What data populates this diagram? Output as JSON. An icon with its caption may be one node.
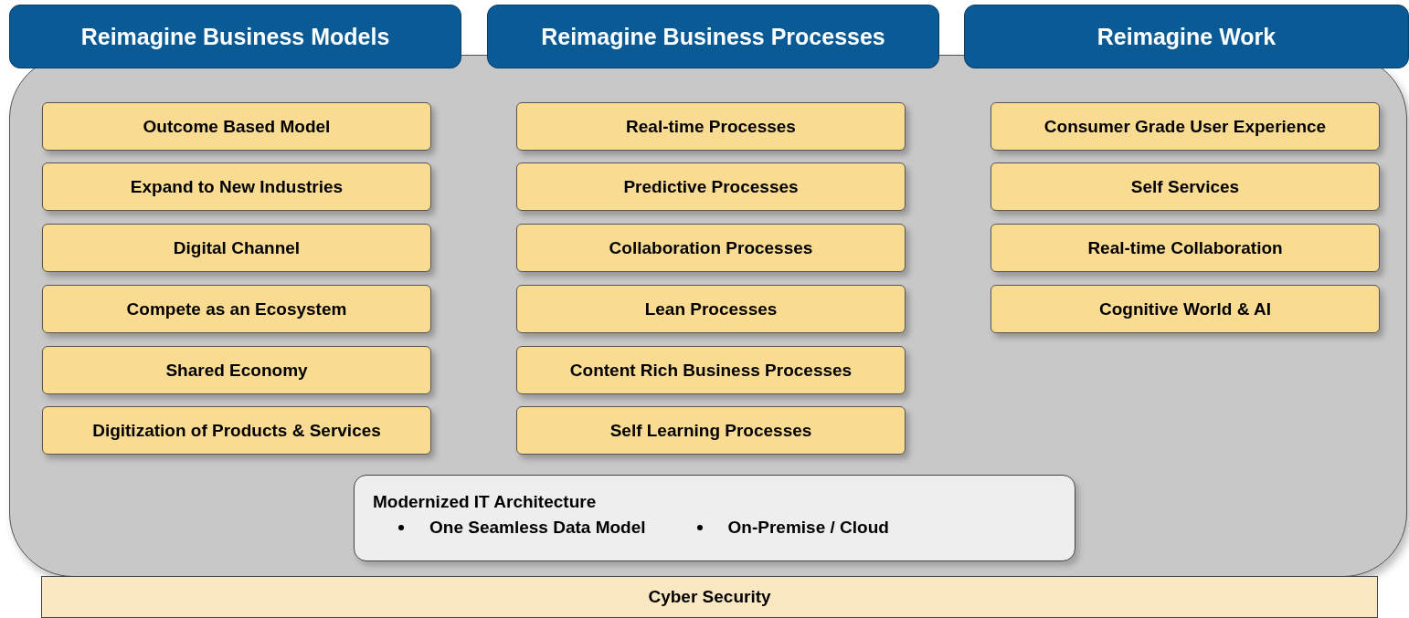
{
  "diagram": {
    "nodes": [
      {
        "text": [
          "Reimagine Business Models"
        ]
      },
      {
        "text": [
          "Reimagine Business Processes"
        ]
      },
      {
        "text": [
          "Reimagine Work"
        ]
      },
      {
        "text": [],
        "shape": "box"
      },
      {
        "text": [
          "Outcome Based Model"
        ],
        "in": 3
      },
      {
        "text": [
          "Expand to New Industries"
        ],
        "in": 3
      },
      {
        "text": [
          "Digital Channel"
        ],
        "in": 3
      },
      {
        "text": [
          "Compete as an Ecosystem"
        ],
        "in": 3
      },
      {
        "text": [
          "Shared Economy"
        ],
        "in": 3
      },
      {
        "text": [
          "Digitization of Products & Services"
        ],
        "in": 3
      },
      {
        "text": [
          "Real-time Processes"
        ],
        "in": 3
      },
      {
        "text": [
          "Predictive Processes"
        ],
        "in": 3
      },
      {
        "text": [
          "Collaboration Processes"
        ],
        "in": 3
      },
      {
        "text": [
          "Lean Processes"
        ],
        "in": 3
      },
      {
        "text": [
          "Content Rich Business Processes"
        ],
        "in": 3
      },
      {
        "text": [
          "Self Learning Processes"
        ],
        "in": 3
      },
      {
        "text": [
          "Consumer Grade User Experience"
        ],
        "in": 3
      },
      {
        "text": [
          "Self Services"
        ],
        "in": 3
      },
      {
        "text": [
          "Real-time Collaboration"
        ],
        "in": 3
      },
      {
        "text": [
          "Cognitive World & AI"
        ],
        "in": 3
      },
      {
        "text": [
          "Modernized IT Architecture",
          "One Seamless Data Model",
          "On-Premise / Cloud"
        ],
        "in": 3
      },
      {
        "text": [
          "Cyber Security"
        ]
      }
    ],
    "edges": []
  }
}
